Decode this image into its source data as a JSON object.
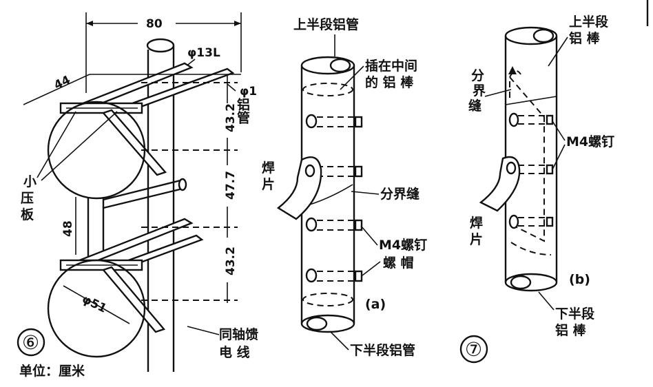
{
  "fig6": {
    "number": "⑥",
    "unit": "单位：厘米",
    "dim_width": "80",
    "dim_rod": "φ13L",
    "dim_44": "44",
    "dim_pipe_diameter": "φ1",
    "dim_pipe_material": "铝管",
    "dim_432_top": "43.2",
    "dim_477": "47.7",
    "dim_432_bottom": "43.2",
    "dim_48": "48",
    "dim_51": "φ51",
    "label_clamp": [
      "小",
      "压",
      "板"
    ],
    "label_coax": [
      "同轴馈",
      "电  线"
    ]
  },
  "fig7": {
    "number": "⑦",
    "a": {
      "caption": "(a)",
      "top_pipe": "上半段铝管",
      "inner_rod": [
        "插在中间",
        "的 铝 棒"
      ],
      "solder_tab": [
        "焊",
        "片"
      ],
      "split_seam": "分界缝",
      "screw": "M4螺钉",
      "nut": "螺  帽",
      "bottom_pipe": "下半段铝管"
    },
    "b": {
      "caption": "(b)",
      "top_rod": [
        "上半段",
        "铝  棒"
      ],
      "split_seam": [
        "分",
        "界",
        "缝"
      ],
      "screw": "M4螺钉",
      "solder_tab": [
        "焊",
        "片"
      ],
      "bottom_rod": [
        "下半段",
        "铝  棒"
      ]
    }
  }
}
